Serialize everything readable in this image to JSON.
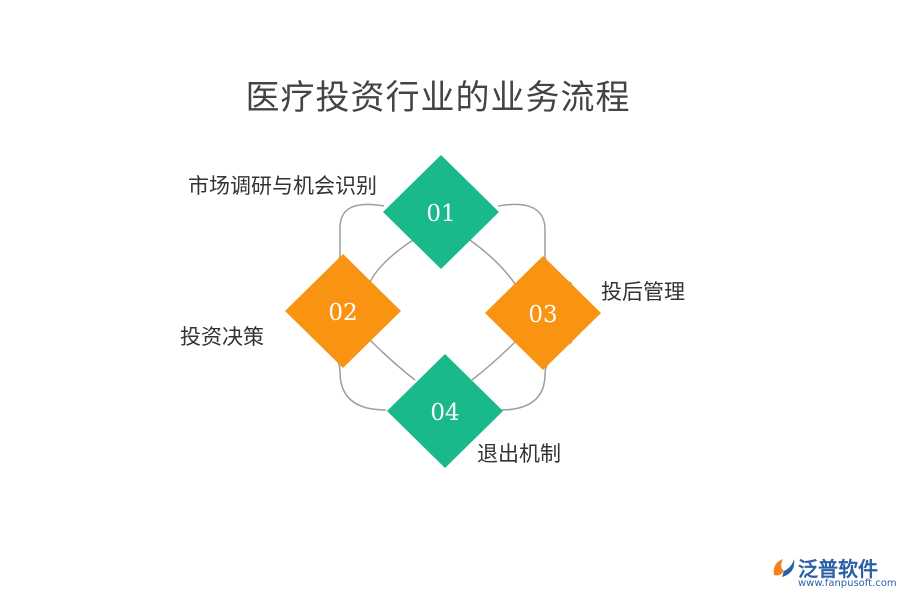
{
  "title": "医疗投资行业的业务流程",
  "colors": {
    "green": "#19b98b",
    "orange": "#f99312",
    "connector": "#9e9e9e",
    "logo_blue": "#2b5fa8",
    "logo_orange": "#f58220"
  },
  "steps": [
    {
      "number": "01",
      "label": "市场调研与机会识别",
      "color": "green"
    },
    {
      "number": "02",
      "label": "投资决策",
      "color": "orange"
    },
    {
      "number": "03",
      "label": "投后管理",
      "color": "orange"
    },
    {
      "number": "04",
      "label": "退出机制",
      "color": "green"
    }
  ],
  "logo": {
    "text": "泛普软件",
    "url": "www.fanpusoft.com",
    "icon": "fanpu-logo-icon"
  }
}
